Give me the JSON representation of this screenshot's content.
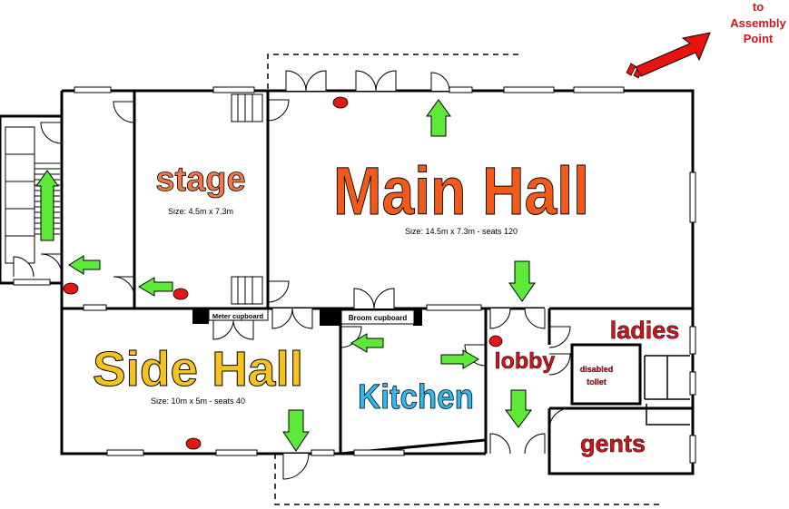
{
  "assembly": {
    "line1": "to",
    "line2": "Assembly",
    "line3": "Point"
  },
  "rooms": {
    "main_hall": {
      "name": "Main Hall",
      "size": "Size:   14.5m  x  7.3m - seats 120"
    },
    "stage": {
      "name": "stage",
      "size": "Size:   4.5m  x  7.3m"
    },
    "side_hall": {
      "name": "Side Hall",
      "size": "Size:  10m  x  5m - seats 40"
    },
    "kitchen": {
      "name": "Kitchen"
    },
    "lobby": {
      "name": "lobby"
    },
    "ladies": {
      "name": "ladies"
    },
    "gents": {
      "name": "gents"
    },
    "disabled_toilet": {
      "line1": "disabled",
      "line2": "toilet"
    }
  },
  "cupboards": {
    "meter": "Meter cupboard",
    "broom": "Broom cupboard"
  },
  "colors": {
    "main_hall_fill": "#f05a1a",
    "stage_fill": "#ee7a4a",
    "side_hall_fill": "#f6c21c",
    "kitchen_fill": "#2fb8f0",
    "red_label": "#d4121b",
    "arrow_green": "#5ee83a",
    "exit_arrow": "#e8120f",
    "extinguisher": "#e21717"
  }
}
